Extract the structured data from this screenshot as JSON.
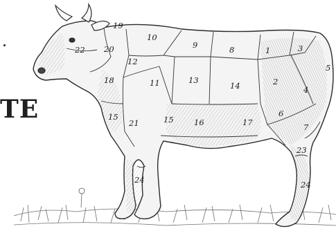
{
  "side_text": "TE",
  "cuts": [
    {
      "id": "1",
      "label": "1"
    },
    {
      "id": "2",
      "label": "2"
    },
    {
      "id": "3",
      "label": "3"
    },
    {
      "id": "4",
      "label": "4"
    },
    {
      "id": "5",
      "label": "5"
    },
    {
      "id": "6",
      "label": "6"
    },
    {
      "id": "7",
      "label": "7"
    },
    {
      "id": "8",
      "label": "8"
    },
    {
      "id": "9",
      "label": "9"
    },
    {
      "id": "10",
      "label": "10"
    },
    {
      "id": "11",
      "label": "11"
    },
    {
      "id": "12",
      "label": "12"
    },
    {
      "id": "13",
      "label": "13"
    },
    {
      "id": "14",
      "label": "14"
    },
    {
      "id": "15",
      "label": "15"
    },
    {
      "id": "15b",
      "label": "15"
    },
    {
      "id": "16",
      "label": "16"
    },
    {
      "id": "17",
      "label": "17"
    },
    {
      "id": "18",
      "label": "18"
    },
    {
      "id": "19",
      "label": "19"
    },
    {
      "id": "20",
      "label": "20"
    },
    {
      "id": "21",
      "label": "21"
    },
    {
      "id": "22",
      "label": "22"
    },
    {
      "id": "23",
      "label": "23"
    },
    {
      "id": "24",
      "label": "24"
    },
    {
      "id": "24b",
      "label": "24"
    }
  ],
  "colors": {
    "ink": "#1a1a1a",
    "hatch": "#8a8a8a",
    "grass": "#6f6f6f"
  }
}
